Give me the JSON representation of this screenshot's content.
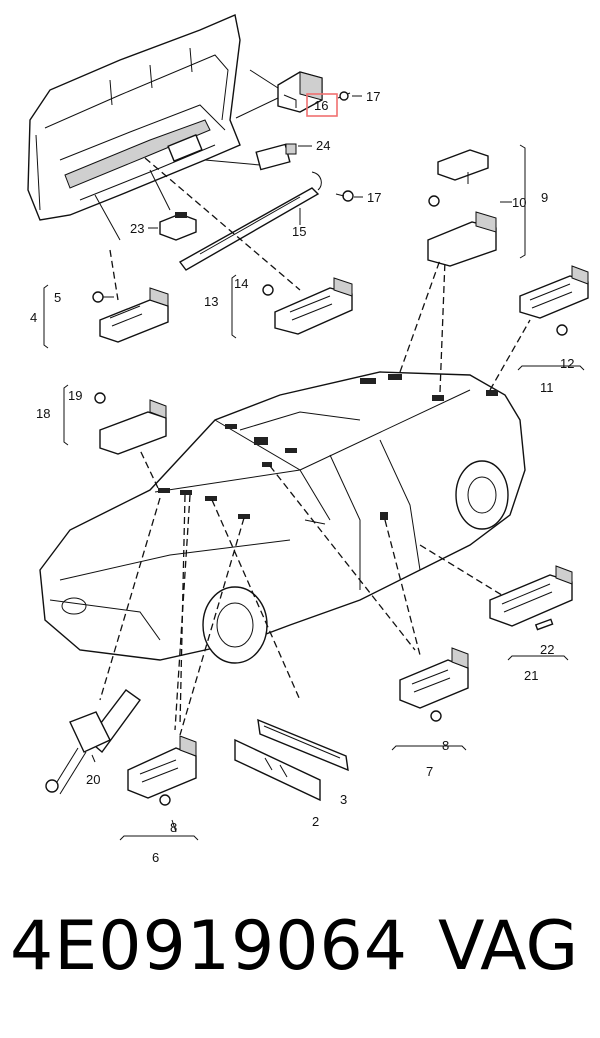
{
  "diagram": {
    "callouts": {
      "c2": "2",
      "c3": "3",
      "c4": "4",
      "c5": "5",
      "c6": "6",
      "c7": "7",
      "c8a": "8",
      "c8b": "8",
      "c9": "9",
      "c10": "10",
      "c11": "11",
      "c12": "12",
      "c13": "13",
      "c14": "14",
      "c15": "15",
      "c16": "16",
      "c17a": "17",
      "c17b": "17",
      "c18": "18",
      "c19": "19",
      "c20": "20",
      "c21": "21",
      "c22": "22",
      "c23": "23",
      "c24": "24"
    },
    "highlight": {
      "part": "16",
      "color": "#f07070"
    }
  },
  "footer": {
    "part_number": "4E0919064",
    "brand": "VAG"
  }
}
